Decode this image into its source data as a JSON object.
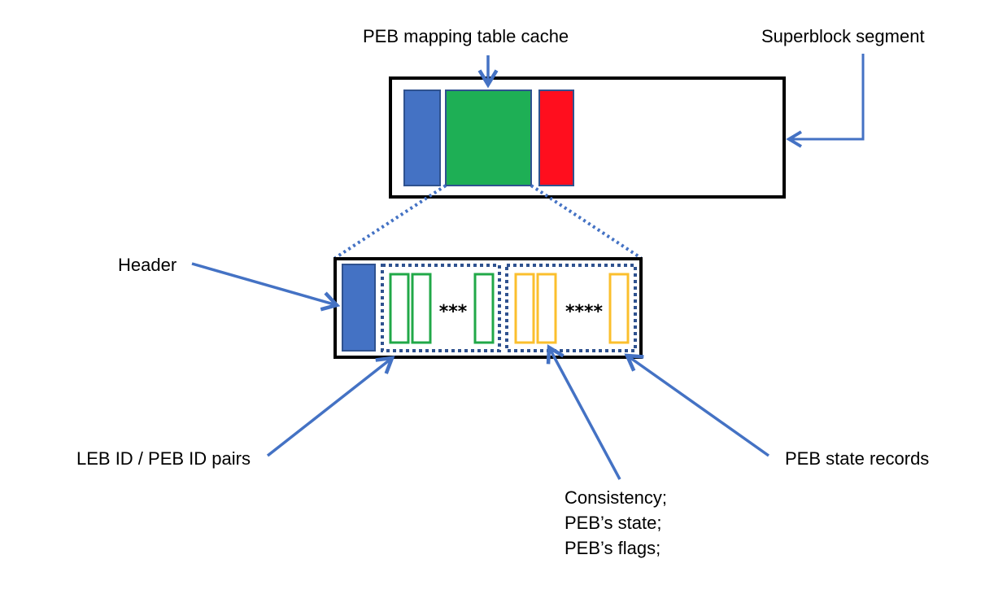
{
  "diagram": {
    "title": "PEB mapping table cache layout in superblock segment",
    "labels": {
      "peb_mapping_table_cache": "PEB mapping table cache",
      "superblock_segment": "Superblock segment",
      "header": "Header",
      "leb_peb_pairs": "LEB ID / PEB ID pairs",
      "peb_state_records": "PEB state records",
      "record_fields": [
        "Consistency;",
        "PEB’s state;",
        "PEB’s flags;"
      ]
    },
    "ellipsis": {
      "pairs": "***",
      "records": "****"
    },
    "colors": {
      "blue_fill": "#4472C4",
      "blue_stroke": "#2F528F",
      "green_fill": "#1EAF55",
      "red_fill": "#FF0E1E",
      "green_outline": "#21A848",
      "yellow_outline": "#FBBF2D",
      "arrow": "#4472C4",
      "dotted_group": "#2F528F",
      "box_border": "#000000"
    },
    "superblock_segment_blocks": [
      "header-block",
      "peb-mapping-table-cache-block",
      "other-block"
    ],
    "cache_internal": {
      "header_blocks": 1,
      "leb_peb_pair_cells_shown": 3,
      "peb_state_record_cells_shown": 3
    }
  }
}
